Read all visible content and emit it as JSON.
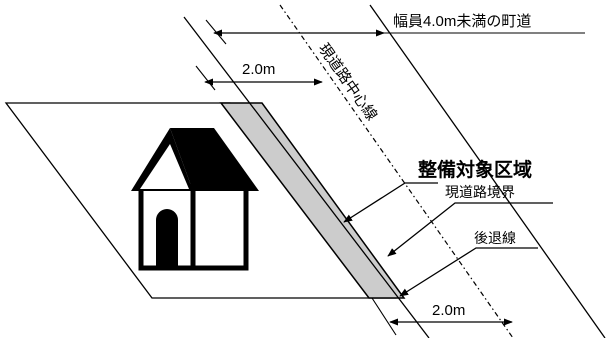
{
  "labels": {
    "road_width_label": "幅員4.0m未満の町道",
    "setback_distance_top": "2.0m",
    "centerline_label": "現道路中心線",
    "maintenance_area_label": "整備対象区域",
    "road_boundary_label": "現道路境界",
    "setback_line_label": "後退線",
    "setback_distance_bottom": "2.0m"
  },
  "colors": {
    "line": "#000000",
    "setback_strip": "#cccccc",
    "background": "#ffffff"
  }
}
